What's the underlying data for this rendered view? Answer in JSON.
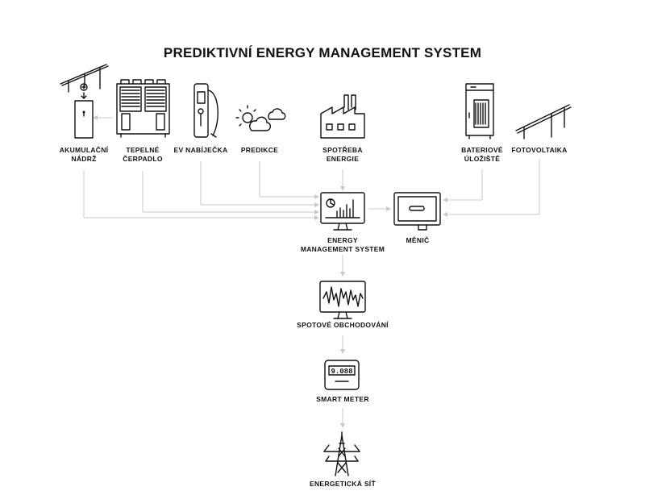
{
  "title": "PREDIKTIVNÍ ENERGY MANAGEMENT SYSTEM",
  "nodes": {
    "tank": "AKUMULAČNÍ\nNÁDRŽ",
    "heat_pump": "TEPELNÉ\nČERPADLO",
    "ev_charger": "EV NABÍJEČKA",
    "forecast": "PREDIKCE",
    "consumption": "SPOTŘEBA\nENERGIE",
    "battery": "BATERIOVÉ\nÚLOŽIŠTĚ",
    "pv": "FOTOVOLTAIKA",
    "ems": "ENERGY\nMANAGEMENT SYSTEM",
    "inverter": "MĚNIČ",
    "spot_trading": "SPOTOVÉ OBCHODOVÁNÍ",
    "smart_meter": "SMART METER",
    "grid": "ENERGETICKÁ SÍŤ"
  },
  "meter_display": "9.088",
  "colors": {
    "line": "#111111",
    "connector": "#c9c9c9",
    "background": "#ffffff"
  }
}
